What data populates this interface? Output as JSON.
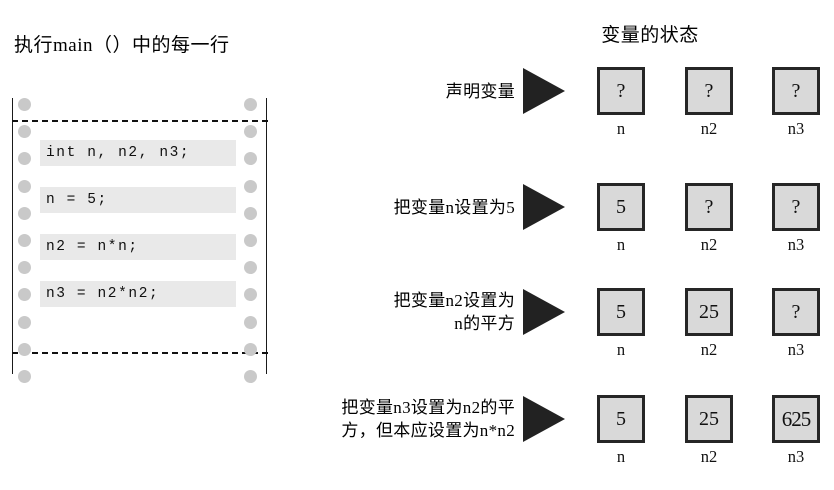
{
  "left_panel": {
    "title": "执行main（）中的每一行",
    "code_lines": [
      "int n, n2, n3;",
      "n = 5;",
      "n2 = n*n;",
      "n3 = n2*n2;"
    ]
  },
  "right_panel": {
    "title": "变量的状态",
    "variable_names": [
      "n",
      "n2",
      "n3"
    ],
    "steps": [
      {
        "label": "声明变量",
        "values": [
          "?",
          "?",
          "?"
        ]
      },
      {
        "label": "把变量n设置为5",
        "values": [
          "5",
          "?",
          "?"
        ]
      },
      {
        "label": "把变量n2设置为\nn的平方",
        "values": [
          "5",
          "25",
          "?"
        ]
      },
      {
        "label": "把变量n3设置为n2的平\n方，但本应设置为n*n2",
        "values": [
          "5",
          "25",
          "625"
        ]
      }
    ]
  },
  "colors": {
    "page_background": "#ffffff",
    "code_highlight": "#e9e9e9",
    "box_fill": "#d9d9d9",
    "box_border": "#262626",
    "arrow": "#222222",
    "hole": "#c9c9c9",
    "text": "#000000"
  }
}
